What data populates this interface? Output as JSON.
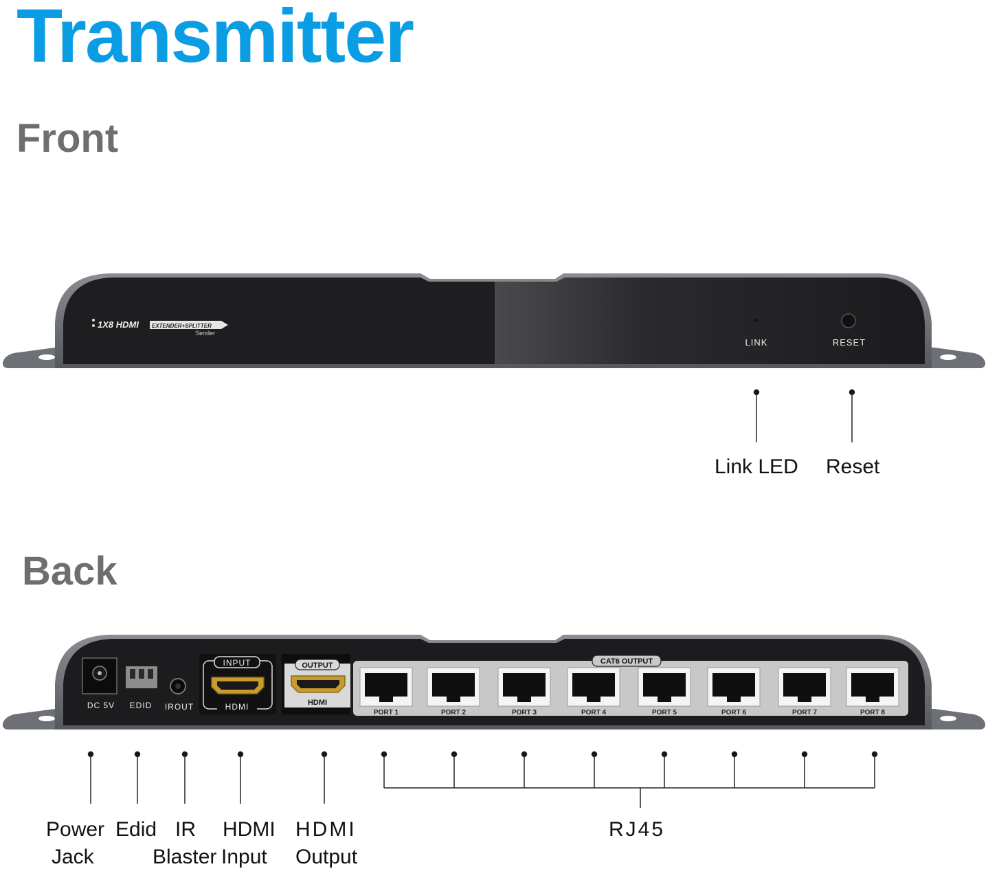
{
  "title": "Transmitter",
  "front": {
    "heading": "Front",
    "logo_text": "1X8 HDMI",
    "logo_tag": "EXTENDER+SPLITTER",
    "logo_sub": "Sender",
    "panel_labels": {
      "link": "LINK",
      "reset": "RESET"
    },
    "callouts": {
      "link_led": "Link LED",
      "reset": "Reset"
    }
  },
  "back": {
    "heading": "Back",
    "panel_labels": {
      "dc": "DC 5V",
      "edid": "EDID",
      "irout": "IROUT",
      "input_tag": "INPUT",
      "input_hdmi": "HDMI",
      "output_tag": "OUTPUT",
      "output_hdmi": "HDMI",
      "cat6": "CAT6 OUTPUT",
      "ports": [
        "PORT 1",
        "PORT 2",
        "PORT 3",
        "PORT 4",
        "PORT 5",
        "PORT 6",
        "PORT 7",
        "PORT 8"
      ]
    },
    "callouts": {
      "power_line1": "Power",
      "power_line2": "Jack",
      "edid": "Edid",
      "ir_line1": "IR",
      "ir_line2": "Blaster",
      "hdmi_in_line1": "HDMI",
      "hdmi_in_line2": "Input",
      "hdmi_out_line1": "HDMI",
      "hdmi_out_line2": "Output",
      "rj45": "RJ45"
    }
  }
}
